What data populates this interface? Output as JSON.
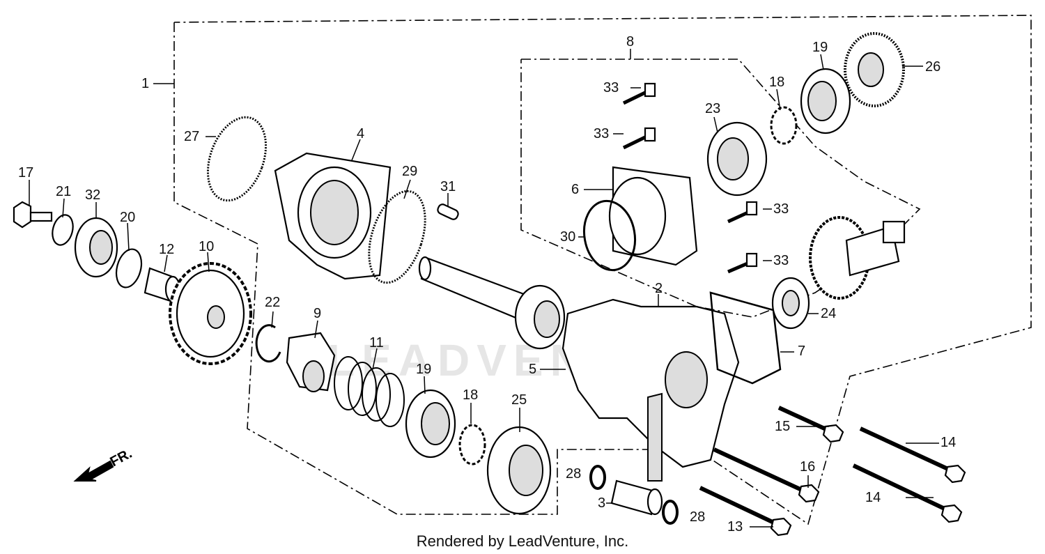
{
  "callouts": {
    "c1": "1",
    "c2": "2",
    "c3": "3",
    "c4": "4",
    "c5": "5",
    "c6": "6",
    "c7": "7",
    "c8": "8",
    "c9": "9",
    "c10": "10",
    "c11": "11",
    "c12": "12",
    "c13": "13",
    "c14a": "14",
    "c14b": "14",
    "c15": "15",
    "c16": "16",
    "c17": "17",
    "c18a": "18",
    "c18b": "18",
    "c19a": "19",
    "c19b": "19",
    "c20": "20",
    "c21": "21",
    "c22": "22",
    "c23": "23",
    "c24": "24",
    "c25": "25",
    "c26": "26",
    "c27": "27",
    "c28a": "28",
    "c28b": "28",
    "c29": "29",
    "c30": "30",
    "c31": "31",
    "c32": "32",
    "c33a": "33",
    "c33b": "33",
    "c33c": "33",
    "c33d": "33"
  },
  "front_arrow": "FR.",
  "watermark": "LEADVENTURE",
  "credit": "Rendered by LeadVenture, Inc."
}
